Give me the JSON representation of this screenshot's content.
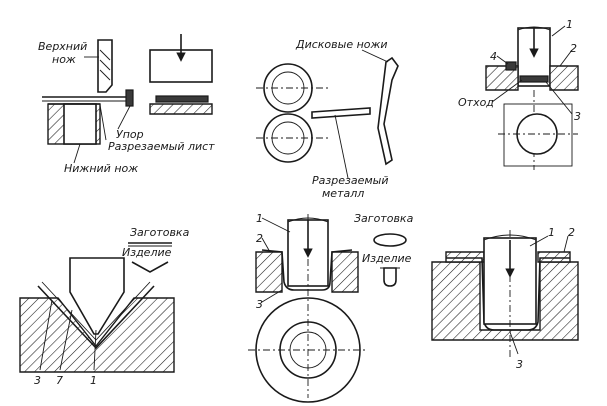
{
  "figure": {
    "panel_a": {
      "upper_knife": "Верхний\nнож",
      "stop": "Упор",
      "sheet": "Разрезаемый лист",
      "lower_knife": "Нижний нож"
    },
    "panel_b": {
      "disc_knives": "Дисковые ножи",
      "metal_line1": "Разрезаемый",
      "metal_line2": "металл"
    },
    "panel_c": {
      "waste": "Отход",
      "n1": "1",
      "n2": "2",
      "n3": "3",
      "n4": "4"
    },
    "panel_d": {
      "blank": "Заготовка",
      "product": "Изделие",
      "n1": "1",
      "n3": "3",
      "n7": "7"
    },
    "panel_e": {
      "blank": "Заготовка",
      "product": "Изделие",
      "n1": "1",
      "n2": "2",
      "n3": "3"
    },
    "panel_f": {
      "n1": "1",
      "n2": "2",
      "n3": "3"
    }
  }
}
